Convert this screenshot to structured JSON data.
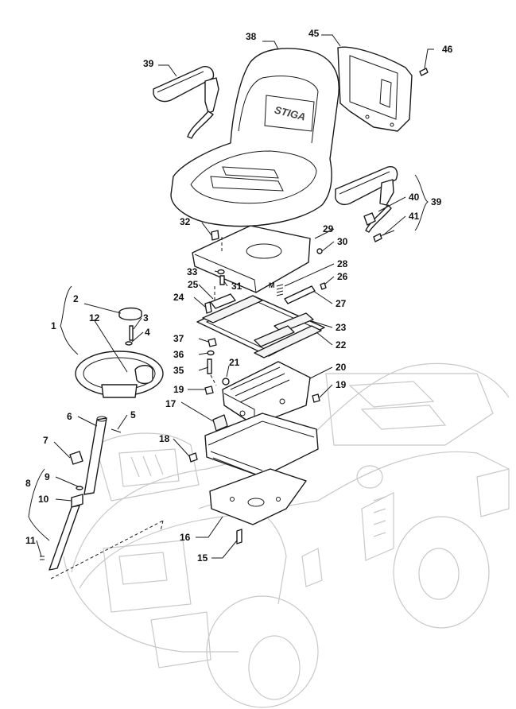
{
  "diagram": {
    "brand_logo_text": "STIGA",
    "seat_marking": "M"
  },
  "callouts": [
    {
      "id": "c1",
      "label": "1"
    },
    {
      "id": "c2",
      "label": "2"
    },
    {
      "id": "c3",
      "label": "3"
    },
    {
      "id": "c4",
      "label": "4"
    },
    {
      "id": "c5",
      "label": "5"
    },
    {
      "id": "c6",
      "label": "6"
    },
    {
      "id": "c7",
      "label": "7"
    },
    {
      "id": "c8",
      "label": "8"
    },
    {
      "id": "c9",
      "label": "9"
    },
    {
      "id": "c10",
      "label": "10"
    },
    {
      "id": "c11",
      "label": "11"
    },
    {
      "id": "c12",
      "label": "12"
    },
    {
      "id": "c15",
      "label": "15"
    },
    {
      "id": "c16",
      "label": "16"
    },
    {
      "id": "c17",
      "label": "17"
    },
    {
      "id": "c18",
      "label": "18"
    },
    {
      "id": "c19a",
      "label": "19"
    },
    {
      "id": "c19b",
      "label": "19"
    },
    {
      "id": "c20",
      "label": "20"
    },
    {
      "id": "c21",
      "label": "21"
    },
    {
      "id": "c22",
      "label": "22"
    },
    {
      "id": "c23",
      "label": "23"
    },
    {
      "id": "c24",
      "label": "24"
    },
    {
      "id": "c25",
      "label": "25"
    },
    {
      "id": "c26",
      "label": "26"
    },
    {
      "id": "c27",
      "label": "27"
    },
    {
      "id": "c28",
      "label": "28"
    },
    {
      "id": "c29",
      "label": "29"
    },
    {
      "id": "c30",
      "label": "30"
    },
    {
      "id": "c31",
      "label": "31"
    },
    {
      "id": "c32",
      "label": "32"
    },
    {
      "id": "c33",
      "label": "33"
    },
    {
      "id": "c35",
      "label": "35"
    },
    {
      "id": "c36",
      "label": "36"
    },
    {
      "id": "c37",
      "label": "37"
    },
    {
      "id": "c38",
      "label": "38"
    },
    {
      "id": "c39a",
      "label": "39"
    },
    {
      "id": "c39b",
      "label": "39"
    },
    {
      "id": "c40",
      "label": "40"
    },
    {
      "id": "c41",
      "label": "41"
    },
    {
      "id": "c45",
      "label": "45"
    },
    {
      "id": "c46",
      "label": "46"
    }
  ]
}
